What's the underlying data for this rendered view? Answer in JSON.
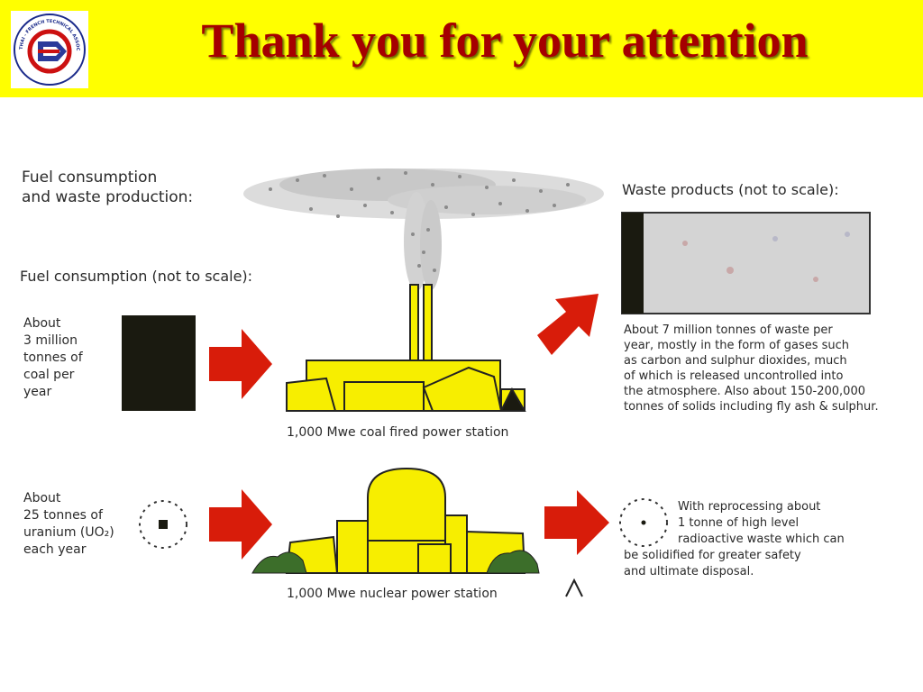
{
  "header": {
    "title": "Thank you for your attention",
    "logo_text": "THAI - FRENCH TECHNICAL ASSOCIATION",
    "background": "#ffff00",
    "title_color": "#a50000"
  },
  "diagram": {
    "heading": [
      "Fuel consumption",
      "and waste production:"
    ],
    "fuel_label": "Fuel consumption (not to scale):",
    "waste_label": "Waste products (not to scale):",
    "coal": {
      "fuel_text": [
        "About",
        "3 million",
        "tonnes of",
        "coal per",
        "year"
      ],
      "station_caption": "1,000 Mwe coal fired power station",
      "waste_text": [
        "About 7 million tonnes of waste per",
        "year, mostly in the form of gases such",
        "as carbon and sulphur dioxides, much",
        "of which is released uncontrolled into",
        "the atmosphere. Also about 150-200,000",
        "tonnes of solids including fly ash & sulphur."
      ]
    },
    "nuclear": {
      "fuel_text": [
        "About",
        "25 tonnes of",
        "uranium (UO₂)",
        "each year"
      ],
      "station_caption": "1,000 Mwe nuclear power station",
      "waste_text": [
        "With reprocessing about",
        "1 tonne of high level",
        "radioactive waste which can"
      ],
      "waste_text_continued": [
        "be solidified for greater safety",
        "and ultimate disposal."
      ]
    },
    "colors": {
      "arrow": "#d81c0a",
      "building": "#f7ee00",
      "coal": "#1a1a10",
      "waste_box": "#d4d4d4",
      "trees": "#3c6e2a"
    }
  }
}
